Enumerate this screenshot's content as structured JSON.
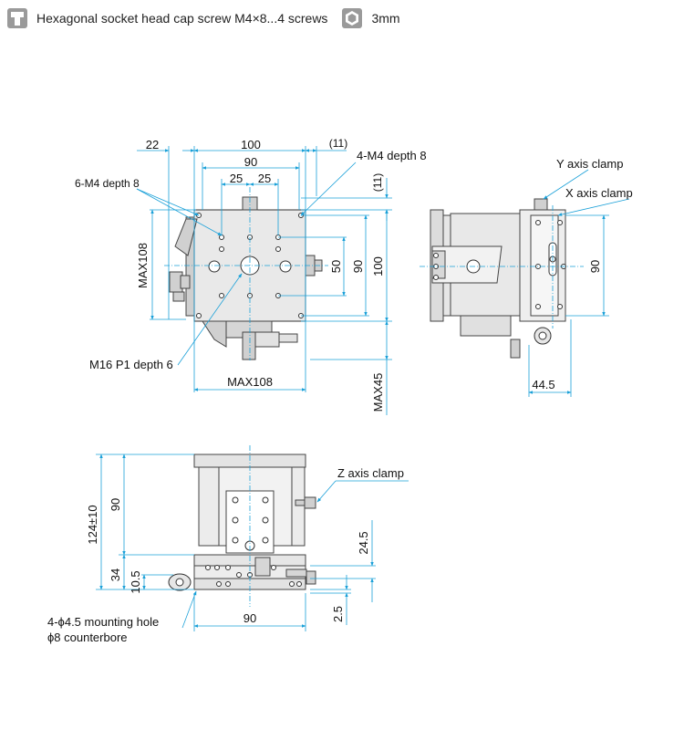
{
  "header": {
    "screw_icon": "hex-socket-screw-icon",
    "screw_text": "Hexagonal socket head cap screw M4×8...4 screws",
    "wrench_icon": "hex-wrench-icon",
    "wrench_text": "3mm"
  },
  "top_view": {
    "dim_22": "22",
    "dim_100": "100",
    "dim_11_top": "(11)",
    "dim_90": "90",
    "dim_25a": "25",
    "dim_25b": "25",
    "dim_11_side": "(11)",
    "label_4m4": "4-M4 depth 8",
    "label_6m4": "6-M4 depth 8",
    "dim_max108_v": "MAX108",
    "dim_50": "50",
    "dim_90_v": "90",
    "dim_100_v": "100",
    "label_m16": "M16 P1 depth 6",
    "dim_max108_h": "MAX108",
    "dim_max45": "MAX45"
  },
  "side_view": {
    "label_y_clamp": "Y axis clamp",
    "label_x_clamp": "X axis clamp",
    "dim_90": "90",
    "dim_44_5": "44.5"
  },
  "front_view": {
    "dim_124": "124±10",
    "dim_90_v": "90",
    "dim_34": "34",
    "dim_10_5": "10.5",
    "label_z_clamp": "Z axis clamp",
    "dim_24_5": "24.5",
    "dim_2_5": "2.5",
    "dim_90_h": "90",
    "label_mount_1": "4-ϕ4.5 mounting hole",
    "label_mount_2": "ϕ8 counterbore"
  }
}
